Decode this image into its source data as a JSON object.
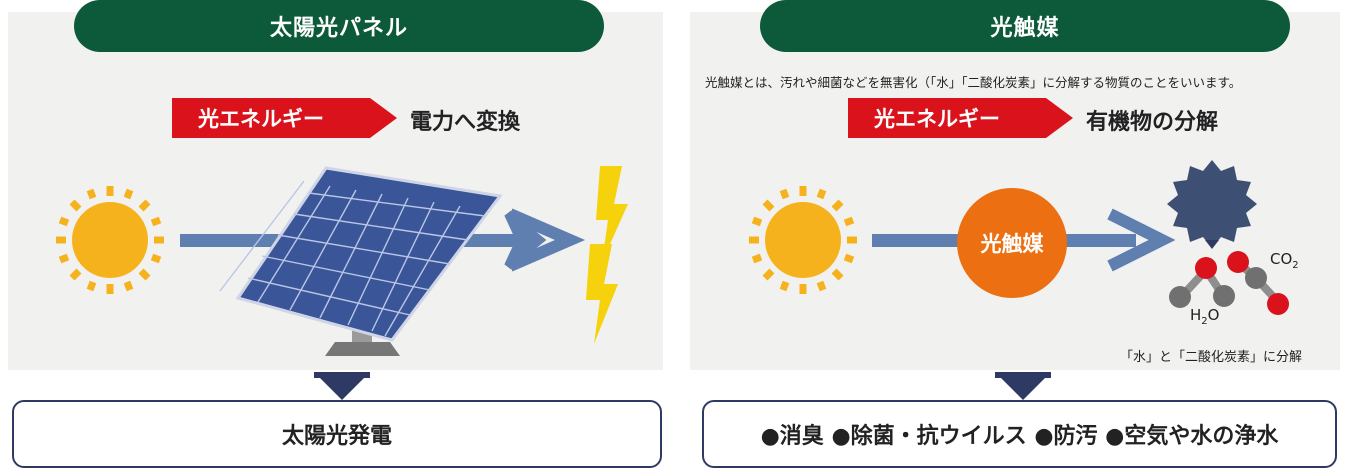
{
  "left": {
    "title": "太陽光パネル",
    "tag": "光エネルギー",
    "result": "電力へ変換",
    "bottom": "太陽光発電"
  },
  "right": {
    "title": "光触媒",
    "description": "光触媒とは、汚れや細菌などを無害化（「水」「二酸化炭素」に分解する物質のことをいいます。",
    "tag": "光エネルギー",
    "result": "有機物の分解",
    "circle_label": "光触媒",
    "co2_label_main": "CO",
    "co2_label_sub": "2",
    "h2o_label_h": "H",
    "h2o_label_sub": "2",
    "h2o_label_o": "O",
    "caption": "「水」と「二酸化炭素」に分解",
    "bottom": "●消臭 ●除菌・抗ウイルス ●防汚 ●空気や水の浄水"
  },
  "colors": {
    "title_pill": "#0d5a3a",
    "red_tag": "#d9121b",
    "arrow": "#5f7fb0",
    "sun": "#f6b21d",
    "catalyst": "#ec7012",
    "bolt": "#f5d20c",
    "dark_navy": "#2e3a63"
  }
}
